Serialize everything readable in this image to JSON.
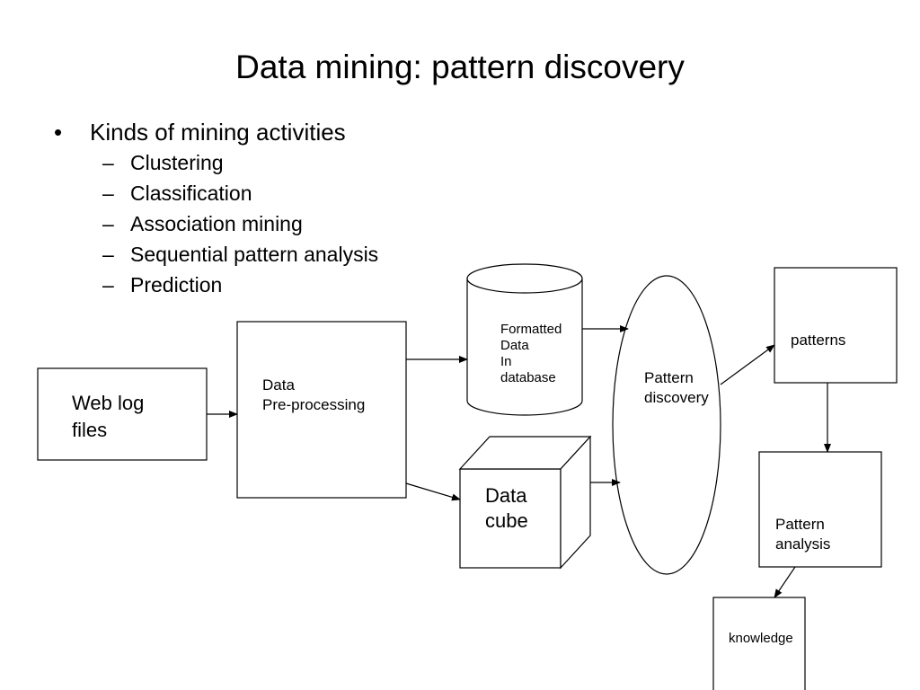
{
  "slide": {
    "title": "Data mining: pattern discovery",
    "bullet_mark": "•",
    "sub_mark": "–",
    "bullet": "Kinds of mining activities",
    "sub_items": [
      "Clustering",
      "Classification",
      "Association mining",
      "Sequential pattern analysis",
      "Prediction"
    ]
  },
  "diagram": {
    "web_log": "Web log\nfiles",
    "preprocessing": "Data\nPre-processing",
    "database": "Formatted\nData\nIn\ndatabase",
    "cube": "Data\ncube",
    "discovery": "Pattern\ndiscovery",
    "patterns": "patterns",
    "analysis": "Pattern\nanalysis",
    "knowledge": "knowledge"
  }
}
